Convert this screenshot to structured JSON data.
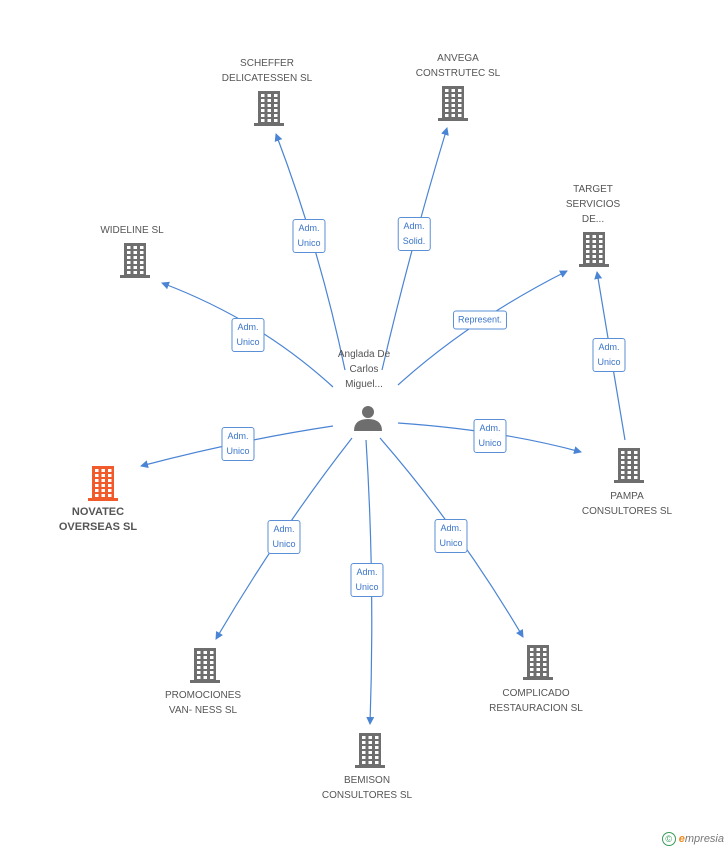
{
  "colors": {
    "edge": "#4a84d4",
    "node": "#6e6e6e",
    "node_highlight": "#f15a2b",
    "label": "#555555"
  },
  "center": {
    "name_lines": [
      "Anglada De",
      "Carlos",
      "Miguel..."
    ],
    "icon": "person-icon"
  },
  "companies": [
    {
      "id": "scheffer",
      "lines": [
        "SCHEFFER",
        "DELICATESSEN SL"
      ],
      "highlight": false,
      "icon": "building-icon"
    },
    {
      "id": "anvega",
      "lines": [
        "ANVEGA",
        "CONSTRUTEC SL"
      ],
      "highlight": false,
      "icon": "building-icon"
    },
    {
      "id": "target",
      "lines": [
        "TARGET",
        "SERVICIOS",
        "DE..."
      ],
      "highlight": false,
      "icon": "building-icon"
    },
    {
      "id": "wideline",
      "lines": [
        "WIDELINE SL"
      ],
      "highlight": false,
      "icon": "building-icon"
    },
    {
      "id": "pampa",
      "lines": [
        "PAMPA",
        "CONSULTORES SL"
      ],
      "highlight": false,
      "icon": "building-icon"
    },
    {
      "id": "novatec",
      "lines": [
        "NOVATEC",
        "OVERSEAS SL"
      ],
      "highlight": true,
      "icon": "building-icon"
    },
    {
      "id": "promociones",
      "lines": [
        "PROMOCIONES",
        "VAN- NESS SL"
      ],
      "highlight": false,
      "icon": "building-icon"
    },
    {
      "id": "complicado",
      "lines": [
        "COMPLICADO",
        "RESTAURACION SL"
      ],
      "highlight": false,
      "icon": "building-icon"
    },
    {
      "id": "bemison",
      "lines": [
        "BEMISON",
        "CONSULTORES SL"
      ],
      "highlight": false,
      "icon": "building-icon"
    }
  ],
  "relations": [
    {
      "from": "center",
      "to": "scheffer",
      "lines": [
        "Adm.",
        "Unico"
      ]
    },
    {
      "from": "center",
      "to": "anvega",
      "lines": [
        "Adm.",
        "Solid."
      ]
    },
    {
      "from": "center",
      "to": "target",
      "lines": [
        "Represent."
      ]
    },
    {
      "from": "center",
      "to": "wideline",
      "lines": [
        "Adm.",
        "Unico"
      ]
    },
    {
      "from": "center",
      "to": "pampa",
      "lines": [
        "Adm.",
        "Unico"
      ]
    },
    {
      "from": "pampa",
      "to": "target",
      "lines": [
        "Adm.",
        "Unico"
      ]
    },
    {
      "from": "center",
      "to": "novatec",
      "lines": [
        "Adm.",
        "Unico"
      ]
    },
    {
      "from": "center",
      "to": "promociones",
      "lines": [
        "Adm.",
        "Unico"
      ]
    },
    {
      "from": "center",
      "to": "bemison",
      "lines": [
        "Adm.",
        "Unico"
      ]
    },
    {
      "from": "center",
      "to": "complicado",
      "lines": [
        "Adm.",
        "Unico"
      ]
    }
  ],
  "footer": {
    "copyright_symbol": "©",
    "brand_initial": "e",
    "brand_rest": "mpresia"
  }
}
